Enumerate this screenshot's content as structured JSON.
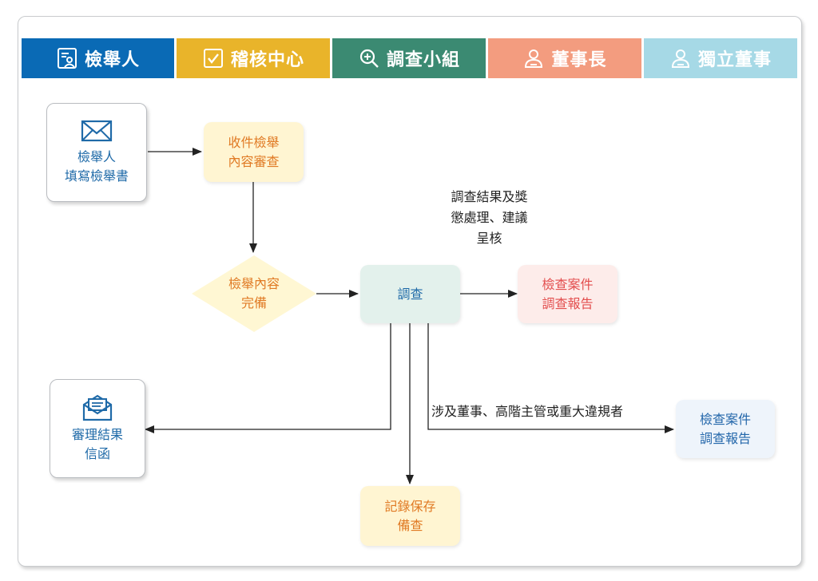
{
  "colors": {
    "lane_reporter": "#0a6ab5",
    "lane_audit": "#e9b42a",
    "lane_investigation": "#3b8a72",
    "lane_chairman": "#f39c7f",
    "lane_independent": "#a6d9e6",
    "arrow": "#222222"
  },
  "lanes": [
    {
      "label": "檢舉人",
      "icon": "reporter-icon"
    },
    {
      "label": "稽核中心",
      "icon": "checkbox-icon"
    },
    {
      "label": "調查小組",
      "icon": "zoom-in-icon"
    },
    {
      "label": "董事長",
      "icon": "person-icon"
    },
    {
      "label": "獨立董事",
      "icon": "person-icon"
    }
  ],
  "nodes": {
    "report_submission": {
      "line1": "檢舉人",
      "line2": "填寫檢舉書",
      "icon": "envelope-icon"
    },
    "content_review": {
      "line1": "收件檢舉",
      "line2": "內容審查"
    },
    "complete_check": {
      "line1": "檢舉內容",
      "line2": "完備"
    },
    "investigation": {
      "label": "調查"
    },
    "report_to_chairman": {
      "line1": "檢查案件",
      "line2": "調查報告"
    },
    "report_to_independent": {
      "line1": "檢查案件",
      "line2": "調查報告"
    },
    "result_letter": {
      "line1": "審理結果",
      "line2": "信函",
      "icon": "open-letter-icon"
    },
    "record_archive": {
      "line1": "記錄保存",
      "line2": "備查"
    }
  },
  "edge_labels": {
    "to_chairman": {
      "line1": "調查結果及獎",
      "line2": "懲處理、建議",
      "line3": "呈核"
    },
    "to_independent": "涉及董事、高階主管或重大違規者"
  }
}
